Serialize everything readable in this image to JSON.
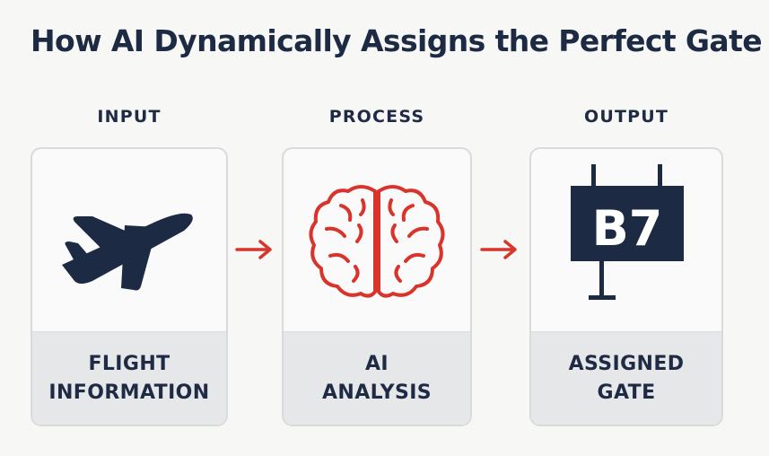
{
  "title": "How AI Dynamically Assigns the Perfect Gate",
  "stages": [
    {
      "header": "INPUT",
      "icon": "airplane-icon",
      "caption_line1": "FLIGHT",
      "caption_line2": "INFORMATION"
    },
    {
      "header": "PROCESS",
      "icon": "brain-icon",
      "caption_line1": "AI",
      "caption_line2": "ANALYSIS"
    },
    {
      "header": "OUTPUT",
      "icon": "gate-sign-icon",
      "sign_text": "B7",
      "caption_line1": "ASSIGNED",
      "caption_line2": "GATE"
    }
  ],
  "colors": {
    "navy": "#1d2a44",
    "accent_red": "#d9342b",
    "card_bg": "#fafafa",
    "caption_bg": "#e6e7e8"
  }
}
